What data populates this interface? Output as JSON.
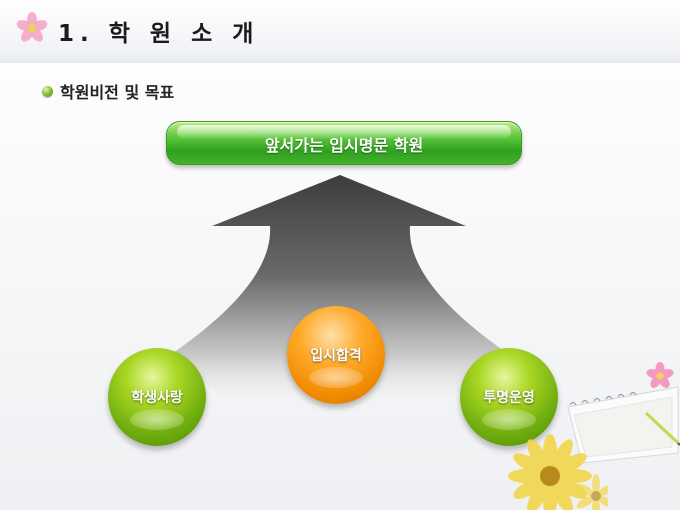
{
  "header": {
    "title": "1. 학 원 소 개"
  },
  "section": {
    "title": "학원비전 및 목표"
  },
  "diagram": {
    "goal": "앞서가는 입시명문 학원",
    "pillars": {
      "left": "학생사랑",
      "center": "입시합격",
      "right": "투명운영"
    }
  },
  "colors": {
    "green_banner": "#3fb12a",
    "green_sphere": "#8cc21a",
    "orange_sphere": "#f59a10",
    "arrow": "#505050"
  },
  "icons": {
    "header_flower": "flower-icon",
    "bullet": "green-bullet-icon"
  }
}
